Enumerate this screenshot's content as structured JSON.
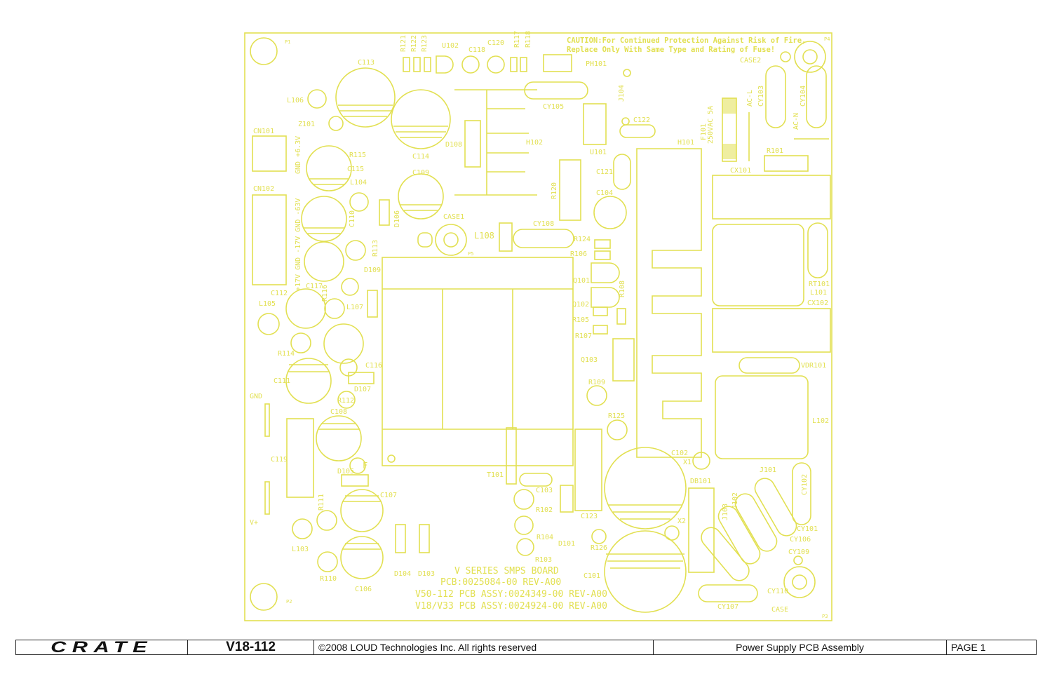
{
  "board": {
    "caution_line1": "CAUTION:For Continued Protection Against Risk of Fire,",
    "caution_line2": "Replace Only With Same Type and Rating of Fuse!",
    "fuse_rating": "250VAC 5A",
    "title_lines": [
      "V SERIES SMPS BOARD",
      "PCB:0025084-00 REV-A00",
      "V50-112 PCB ASSY:0024349-00 REV-A00",
      "V18/V33 PCB ASSY:0024924-00 REV-A00"
    ],
    "connector_pins_cn101": "GND +6.3V",
    "connector_pins_cn102": "+17V GND -17V GND -63V",
    "labels": {
      "P1": "P1",
      "P2": "P2",
      "P3": "P3",
      "P4": "P4",
      "P5": "P5",
      "CASE": "CASE",
      "CASE1": "CASE1",
      "CASE2": "CASE2",
      "R121": "R121",
      "R122": "R122",
      "R123": "R123",
      "U102": "U102",
      "C118": "C118",
      "C120": "C120",
      "R117": "R117",
      "R118": "R118",
      "PH101": "PH101",
      "C113": "C113",
      "L106": "L106",
      "Z101": "Z101",
      "CN101": "CN101",
      "R115": "R115",
      "C115": "C115",
      "C114": "C114",
      "D108": "D108",
      "H102": "H102",
      "CY105": "CY105",
      "J104": "J104",
      "C122": "C122",
      "U101": "U101",
      "F101": "F101",
      "AC_L": "AC-L",
      "CY103": "CY103",
      "CY104": "CY104",
      "AC_N": "AC-N",
      "H101": "H101",
      "R101": "R101",
      "CX101": "CX101",
      "C121": "C121",
      "C109": "C109",
      "L104": "L104",
      "CN102": "CN102",
      "R120": "R120",
      "C104": "C104",
      "D106": "D106",
      "C110": "C110",
      "L108": "L108",
      "CY108": "CY108",
      "R124": "R124",
      "R106": "R106",
      "R113": "R113",
      "D109": "D109",
      "RT101": "RT101",
      "L101": "L101",
      "CX102": "CX102",
      "Q101": "Q101",
      "C112": "C112",
      "C117": "C117",
      "R116": "R116",
      "L105": "L105",
      "L107": "L107",
      "Q102": "Q102",
      "R108": "R108",
      "R105": "R105",
      "R107": "R107",
      "R114": "R114",
      "Q103": "Q103",
      "VDR101": "VDR101",
      "C116": "C116",
      "C111": "C111",
      "D107": "D107",
      "R109": "R109",
      "GND": "GND",
      "R112": "R112",
      "C108": "C108",
      "L102": "L102",
      "R125": "R125",
      "C119": "C119",
      "C102": "C102",
      "X1": "X1",
      "F": "F",
      "D105": "D105",
      "T101": "T101",
      "J101": "J101",
      "DB101": "DB101",
      "C103": "C103",
      "CY102": "CY102",
      "R111": "R111",
      "C107": "C107",
      "R102": "R102",
      "J102": "J102",
      "J103": "J103",
      "C123": "C123",
      "X2": "X2",
      "CY101": "CY101",
      "V_PLUS": "V+",
      "L103": "L103",
      "R104": "R104",
      "D101": "D101",
      "R126": "R126",
      "CY106": "CY106",
      "R103": "R103",
      "CY109": "CY109",
      "D104": "D104",
      "D103": "D103",
      "R110": "R110",
      "C106": "C106",
      "C101": "C101",
      "CY110": "CY110",
      "CY107": "CY107"
    }
  },
  "title_block": {
    "brand": "CRATE",
    "model": "V18-112",
    "copyright": "©2008 LOUD Technologies Inc.  All rights reserved",
    "description": "Power Supply PCB Assembly",
    "page": "PAGE 1"
  },
  "colors": {
    "silkscreen": "#e2e052",
    "border": "#222222"
  }
}
